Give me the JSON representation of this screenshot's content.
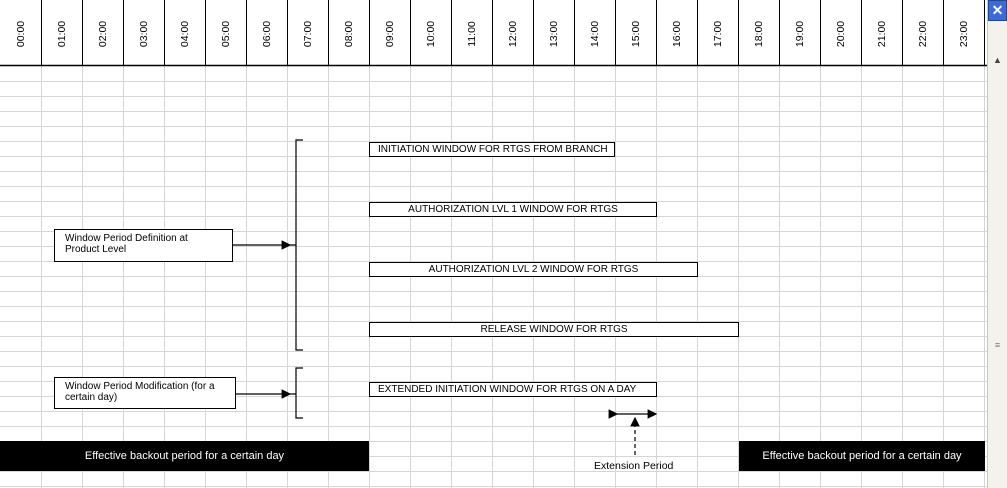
{
  "hours": [
    "00:00",
    "01:00",
    "02:00",
    "03:00",
    "04:00",
    "05:00",
    "06:00",
    "07:00",
    "08:00",
    "09:00",
    "10:00",
    "11:00",
    "12:00",
    "13:00",
    "14:00",
    "15:00",
    "16:00",
    "17:00",
    "18:00",
    "19:00",
    "20:00",
    "21:00",
    "22:00",
    "23:00"
  ],
  "windows": {
    "initiation": "INITIATION WINDOW FOR RTGS FROM BRANCH",
    "auth1": "AUTHORIZATION LVL 1 WINDOW FOR RTGS",
    "auth2": "AUTHORIZATION LVL 2 WINDOW FOR RTGS",
    "release": "RELEASE WINDOW FOR RTGS",
    "extended": "EXTENDED INITIATION WINDOW FOR RTGS ON A DAY"
  },
  "notes": {
    "definition": "Window Period Definition at Product  Level",
    "modification": "Window Period Modification (for a certain day)"
  },
  "backout": {
    "left": "Effective backout period for a certain day",
    "right": "Effective backout period for a certain day"
  },
  "extension_label": "Extension Period",
  "icons": {
    "close": "close-icon",
    "scroll_up": "scroll-up-arrow-icon",
    "scroll_thumb": "scroll-thumb-grip-icon"
  },
  "colors": {
    "close_button": "#3b6bd6",
    "grid_line": "#d6d6d6",
    "backout": "#000000"
  }
}
